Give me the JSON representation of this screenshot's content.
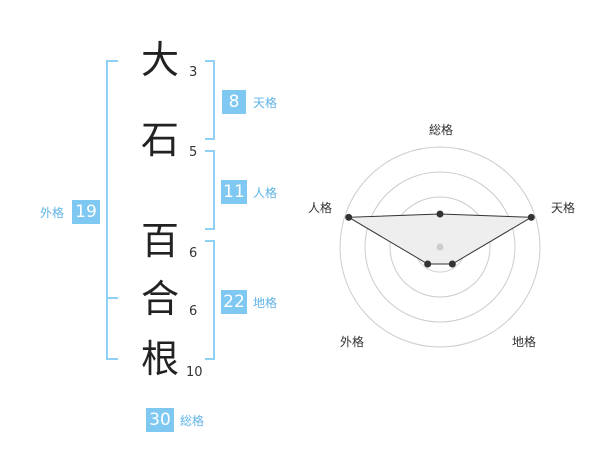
{
  "characters": [
    {
      "kanji": "大",
      "strokes": "3"
    },
    {
      "kanji": "石",
      "strokes": "5"
    },
    {
      "kanji": "百",
      "strokes": "6"
    },
    {
      "kanji": "合",
      "strokes": "6"
    },
    {
      "kanji": "根",
      "strokes": "10"
    }
  ],
  "fortunes": {
    "tenkaku": {
      "value": "8",
      "label": "天格"
    },
    "jinkaku": {
      "value": "11",
      "label": "人格"
    },
    "chikaku": {
      "value": "22",
      "label": "地格"
    },
    "gaikaku": {
      "value": "19",
      "label": "外格"
    },
    "soukaku": {
      "value": "30",
      "label": "総格"
    }
  },
  "radar": {
    "labels": {
      "top": "総格",
      "right": "天格",
      "bottom_right": "地格",
      "bottom_left": "外格",
      "left": "人格"
    },
    "values": [
      0.33,
      0.96,
      0.21,
      0.21,
      0.96
    ],
    "line_color": "#333333",
    "fill_color": "#eeeeee",
    "ring_color": "#cccccc"
  }
}
